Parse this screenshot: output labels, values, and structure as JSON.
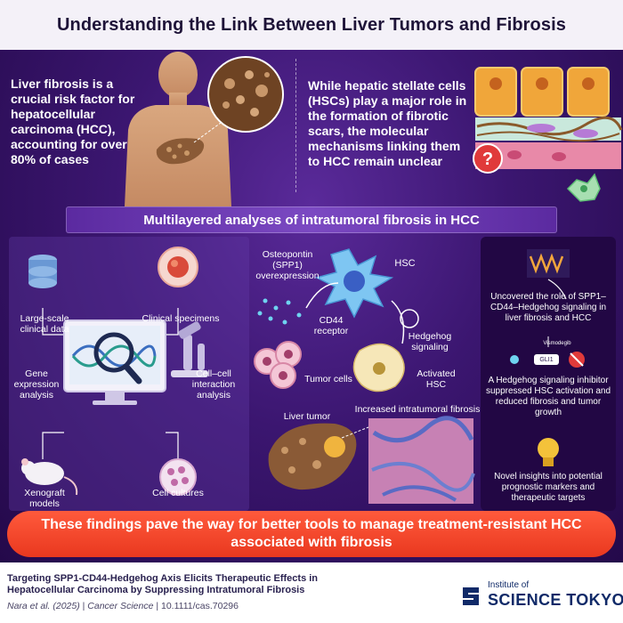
{
  "title": "Understanding the Link Between Liver Tumors and Fibrosis",
  "top_left_text": "Liver fibrosis is a crucial risk factor for hepatocellular carcinoma (HCC), accounting for over 80% of cases",
  "top_right_text": "While hepatic stellate cells (HSCs) play a major role in the formation of fibrotic scars, the molecular mechanisms linking them to HCC remain unclear",
  "question_mark": "?",
  "section_banner": "Multilayered analyses of intratumoral fibrosis in HCC",
  "left_panel": {
    "large_scale": "Large-scale clinical data",
    "clinical": "Clinical specimens",
    "gene_expression": "Gene expression analysis",
    "cell_cell": "Cell–cell interaction analysis",
    "xenograft": "Xenograft models",
    "cell_cultures": "Cell cultures"
  },
  "mechanism": {
    "osteopontin": "Osteopontin (SPP1) overexpression",
    "hsc": "HSC",
    "cd44": "CD44 receptor",
    "hedgehog": "Hedgehog signaling",
    "tumor_cells": "Tumor cells",
    "activated_hsc": "Activated HSC",
    "increased_fibrosis": "Increased intratumoral fibrosis",
    "liver_tumor": "Liver tumor"
  },
  "right_panel": {
    "uncovered": "Uncovered the role of SPP1–CD44–Hedgehog signaling in liver fibrosis and HCC",
    "vismodegib": "Vismodegib",
    "gli1": "GLI1",
    "inhibitor": "A Hedgehog signaling inhibitor suppressed HSC activation and reduced fibrosis and tumor growth",
    "novel": "Novel insights into potential prognostic markers and therapeutic targets"
  },
  "footer_banner": {
    "line1": "These findings pave the way for better tools to manage treatment-resistant HCC",
    "line2": "associated with fibrosis"
  },
  "credit": {
    "title_line1": "Targeting SPP1-CD44-Hedgehog Axis Elicits Therapeutic Effects in",
    "title_line2": "Hepatocellular Carcinoma by Suppressing Intratumoral Fibrosis",
    "authors": "Nara et al. (2025)",
    "journal": "Cancer Science",
    "doi": "10.1111/cas.70296"
  },
  "logo": {
    "small": "Institute of",
    "large": "SCIENCE TOKYO"
  },
  "colors": {
    "background": "#3b1670",
    "banner": "#6a38b0",
    "footer": "#ef4326",
    "title": "#1e1338",
    "logo": "#102a68"
  }
}
